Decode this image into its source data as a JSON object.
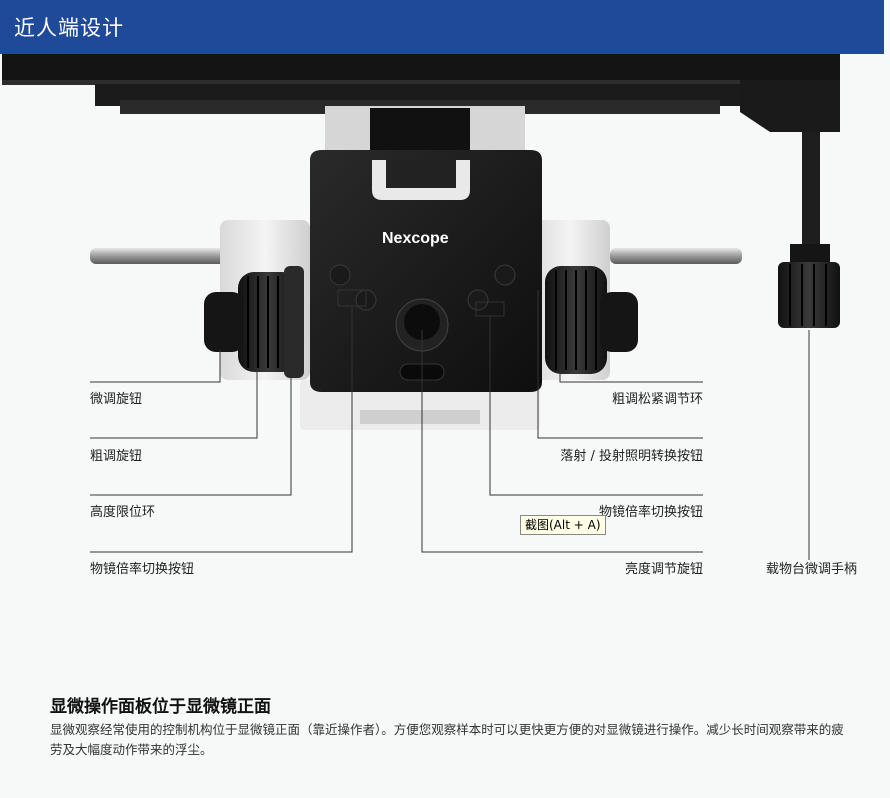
{
  "header": {
    "title": "近人端设计",
    "accent_color": "#1f4a9a"
  },
  "product": {
    "brand": "Nexcope"
  },
  "callouts": {
    "left": [
      "微调旋钮",
      "粗调旋钮",
      "高度限位环",
      "物镜倍率切换按钮"
    ],
    "right": [
      "粗调松紧调节环",
      "落射 / 投射照明转换按钮",
      "物镜倍率切换按钮",
      "亮度调节旋钮"
    ],
    "far_right": "载物台微调手柄"
  },
  "tooltip": "截图(Alt + A)",
  "section": {
    "title": "显微操作面板位于显微镜正面",
    "body": "显微观察经常使用的控制机构位于显微镜正面（靠近操作者）。方便您观察样本时可以更快更方便的对显微镜进行操作。减少长时间观察带来的疲劳及大幅度动作带来的浮尘。"
  }
}
